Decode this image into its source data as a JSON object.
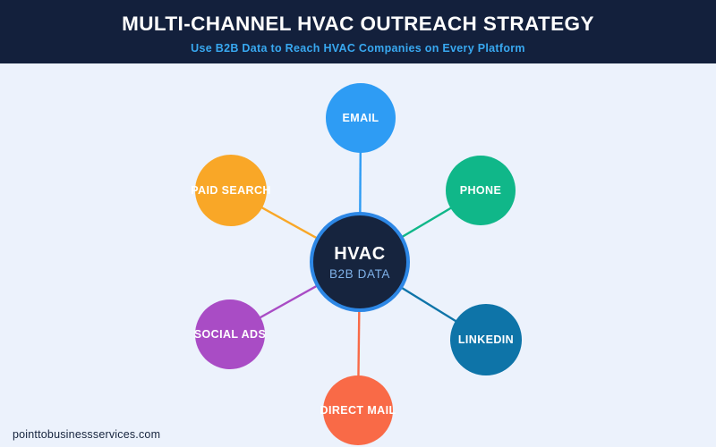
{
  "header": {
    "title": "MULTI-CHANNEL HVAC OUTREACH STRATEGY",
    "subtitle": "Use B2B Data to Reach HVAC Companies on Every Platform"
  },
  "colors": {
    "header_bg": "#13203C",
    "canvas_bg": "#ECF2FC",
    "header_subtitle_text": "#38A8F0",
    "hub_bg": "#16243E",
    "hub_ring": "#2D87E5",
    "hub_subtitle_text": "#7FB1E8",
    "footer_text": "#16243E"
  },
  "hub": {
    "title": "HVAC",
    "subtitle": "B2B DATA"
  },
  "channels": [
    {
      "id": "email",
      "label": "EMAIL",
      "color": "#2E9CF4",
      "position": "top"
    },
    {
      "id": "phone",
      "label": "PHONE",
      "color": "#10B789",
      "position": "top-right"
    },
    {
      "id": "linkedin",
      "label": "LINKEDIN",
      "color": "#0E74A8",
      "position": "bottom-right"
    },
    {
      "id": "direct-mail",
      "label": "DIRECT MAIL",
      "color": "#F96A47",
      "position": "bottom"
    },
    {
      "id": "social-ads",
      "label": "SOCIAL ADS",
      "color": "#A94CC5",
      "position": "bottom-left"
    },
    {
      "id": "paid-search",
      "label": "PAID SEARCH",
      "color": "#F9A727",
      "position": "top-left"
    }
  ],
  "footer": {
    "website": "pointtobusinessservices.com"
  }
}
